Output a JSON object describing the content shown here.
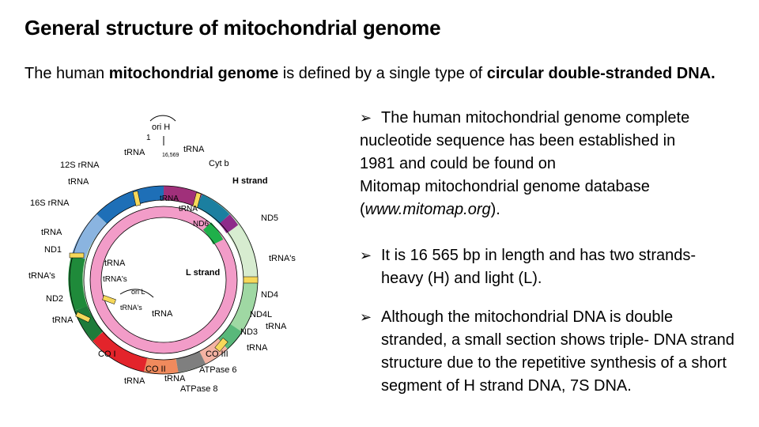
{
  "title": "General structure of mitochondrial  genome",
  "intro": {
    "p1": "The human ",
    "b1": "mitochondrial genome",
    "p2": " is defined by  a single type of ",
    "b2": "circular double-stranded DNA."
  },
  "bullets": [
    {
      "l1": "The human  mitochondrial genome complete",
      "l2": "nucleotide sequence has been established in",
      "l3": "1981 and could be found on",
      "l4": "Mitomap mitochondrial genome database",
      "l5a": "(",
      "l5b": "www.mitomap.org",
      "l5c": ")."
    },
    {
      "text": "It is 16 565 bp in length and has two strands- heavy (H) and light (L)."
    },
    {
      "text": "Although the mitochondrial DNA is double stranded, a small section shows triple- DNA strand structure due to the repetitive synthesis of a short segment of H strand DNA, 7S DNA."
    }
  ],
  "diagram": {
    "outer_labels": {
      "ori_h": "ori H",
      "one": "1",
      "pos": "16,569",
      "trna_top_l": "tRNA",
      "trna_top_r": "tRNA",
      "cytb": "Cyt b",
      "h_strand": "H strand",
      "rrna12": "12S rRNA",
      "trna_l1": "tRNA",
      "rrna16": "16S rRNA",
      "trna_l2": "tRNA",
      "nd1": "ND1",
      "trnas_l": "tRNA's",
      "nd2": "ND2",
      "trna_l3": "tRNA",
      "co1": "CO I",
      "co2": "CO II",
      "trna_b1": "tRNA",
      "trna_b2": "tRNA",
      "atp8": "ATPase 8",
      "atp6": "ATPase 6",
      "co3": "CO III",
      "trna_r1": "tRNA",
      "nd3": "ND3",
      "trna_r2": "tRNA",
      "nd4l": "ND4L",
      "nd4": "ND4",
      "trnas_r": "tRNA's",
      "nd5": "ND5"
    },
    "inner_labels": {
      "trna_i1": "tRNA",
      "trna_i2": "tRNA",
      "nd6": "ND6",
      "trna_i3": "tRNA",
      "trnas_i": "tRNA's",
      "ori_l": "ori L",
      "trnas_i2": "tRNA's",
      "trna_i4": "tRNA",
      "l_strand": "L strand"
    }
  }
}
